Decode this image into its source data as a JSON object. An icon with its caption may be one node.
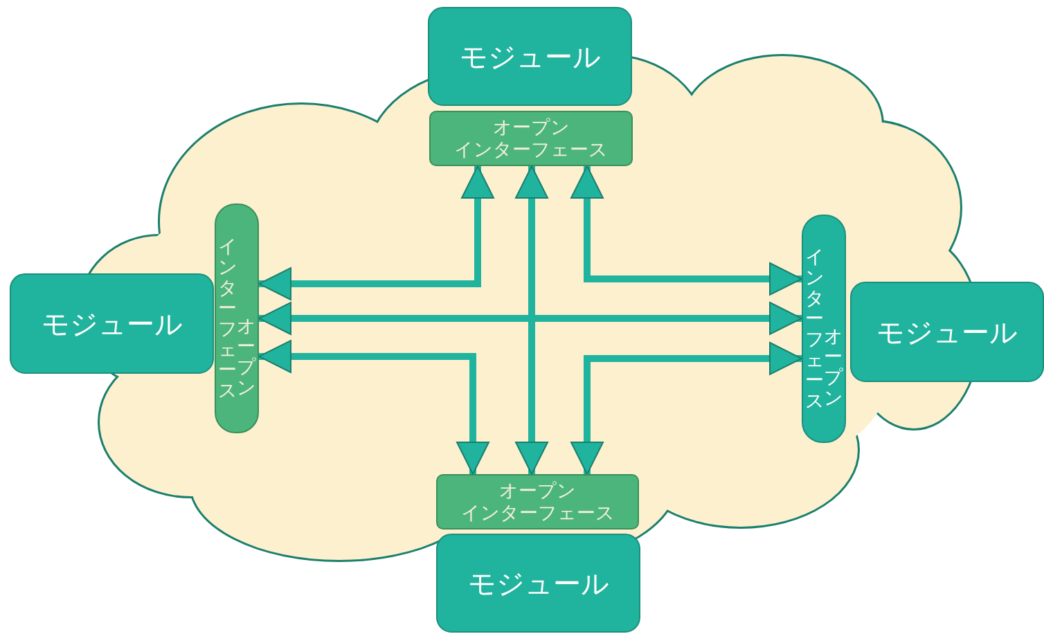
{
  "diagram": {
    "nodes": [
      {
        "text": [
          "モジュール"
        ]
      },
      {
        "text": [
          "オープン",
          "インターフェース"
        ]
      },
      {
        "text": [
          "モジュール"
        ]
      },
      {
        "text": [
          "インターフェース",
          "オープン"
        ]
      },
      {
        "text": [
          "インターフェース",
          "オープン"
        ]
      },
      {
        "text": [
          "モジュール"
        ]
      },
      {
        "text": [
          "オープン",
          "インターフェース"
        ]
      },
      {
        "text": [
          "モジュール"
        ]
      }
    ],
    "edges": [
      {
        "from": 1,
        "to": 3,
        "arrow": "both"
      },
      {
        "from": 1,
        "to": 6,
        "arrow": "both"
      },
      {
        "from": 1,
        "to": 4,
        "arrow": "both"
      },
      {
        "from": 3,
        "to": 4,
        "arrow": "both"
      },
      {
        "from": 3,
        "to": 6,
        "arrow": "both"
      },
      {
        "from": 4,
        "to": 6,
        "arrow": "both"
      }
    ]
  }
}
